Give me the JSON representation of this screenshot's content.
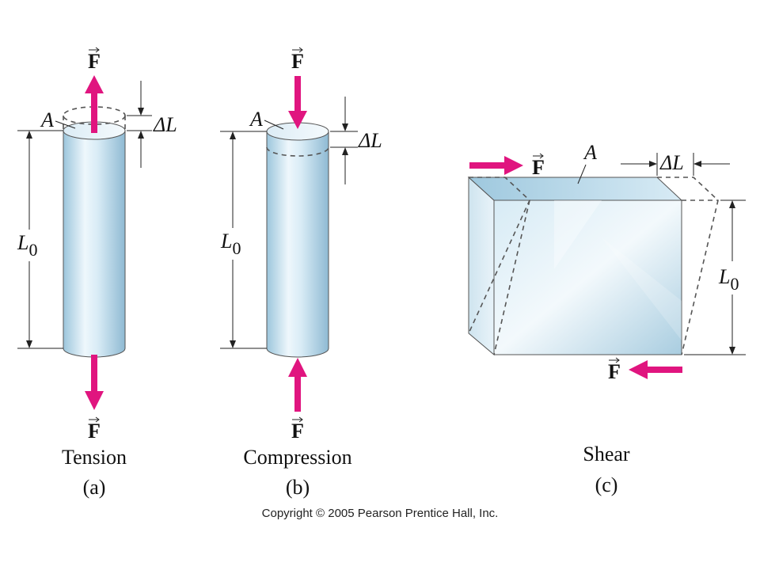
{
  "colors": {
    "force_arrow": "#e0157f",
    "bar_light": "#eef6fb",
    "bar_mid": "#c4dfed",
    "bar_dark": "#8fbad3",
    "outline": "#333333"
  },
  "panels": {
    "a": {
      "force_top": "F",
      "force_bottom": "F",
      "area": "A",
      "delta": "ΔL",
      "length_main": "L",
      "length_sub": "0",
      "name": "Tension",
      "letter": "(a)"
    },
    "b": {
      "force_top": "F",
      "force_bottom": "F",
      "area": "A",
      "delta": "ΔL",
      "length_main": "L",
      "length_sub": "0",
      "name": "Compression",
      "letter": "(b)"
    },
    "c": {
      "force_top": "F",
      "force_bottom": "F",
      "area": "A",
      "delta": "ΔL",
      "length_main": "L",
      "length_sub": "0",
      "name": "Shear",
      "letter": "(c)"
    }
  },
  "copyright": "Copyright © 2005 Pearson Prentice Hall, Inc."
}
